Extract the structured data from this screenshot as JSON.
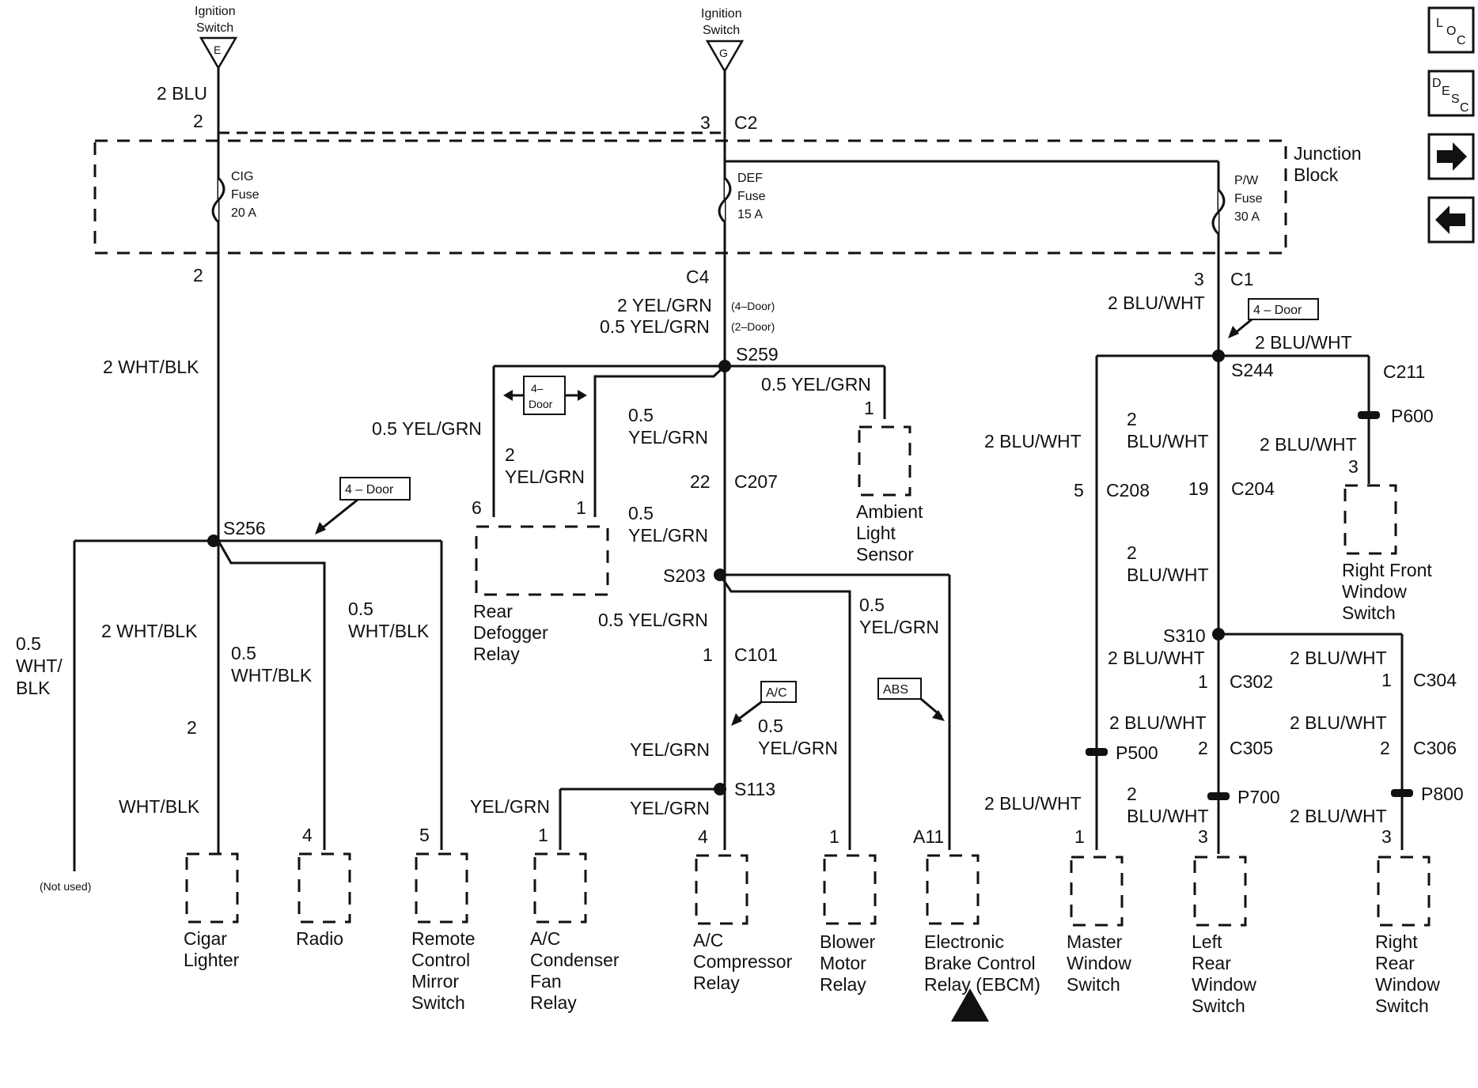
{
  "nav": {
    "loc": {
      "a": "L",
      "b": "O",
      "c": "C"
    },
    "desc": {
      "a": "D",
      "b": "E",
      "c": "S",
      "d": "C"
    }
  },
  "sources": {
    "ign_e": {
      "line1": "Ignition",
      "line2": "Switch",
      "letter": "E"
    },
    "ign_g": {
      "line1": "Ignition",
      "line2": "Switch",
      "letter": "G"
    }
  },
  "junction_block": {
    "line1": "Junction",
    "line2": "Block"
  },
  "fuses": {
    "cig": {
      "line1": "CIG",
      "line2": "Fuse",
      "line3": "20 A"
    },
    "def": {
      "line1": "DEF",
      "line2": "Fuse",
      "line3": "15 A"
    },
    "pw": {
      "line1": "P/W",
      "line2": "Fuse",
      "line3": "30 A"
    }
  },
  "pins": {
    "p2a": "2",
    "p3": "3",
    "p2b": "2",
    "p3c1": "3",
    "p6": "6",
    "p1_def": "1",
    "p1_amb": "1",
    "p22": "22",
    "p1_c101": "1",
    "p5_c208": "5",
    "p19": "19",
    "p3_rf": "3",
    "p1_c302": "1",
    "p2_c305": "2",
    "p1_c304": "1",
    "p2_c306": "2",
    "p2_cig": "2",
    "p4_radio": "4",
    "p5_mirror": "5",
    "p1_fan": "1",
    "p4_comp": "4",
    "p1_blower": "1",
    "a11": "A11",
    "p1_master": "1",
    "p3_left": "3",
    "p3_right": "3"
  },
  "connectors": {
    "c2": "C2",
    "c4": "C4",
    "c1": "C1",
    "c207": "C207",
    "c101": "C101",
    "c211": "C211",
    "p600": "P600",
    "c208": "C208",
    "c204": "C204",
    "c302": "C302",
    "c305": "C305",
    "c304": "C304",
    "c306": "C306",
    "p500": "P500",
    "p700": "P700",
    "p800": "P800"
  },
  "splices": {
    "s256": "S256",
    "s259": "S259",
    "s203": "S203",
    "s113": "S113",
    "s244": "S244",
    "s310": "S310"
  },
  "wires": {
    "blu_top": "2 BLU",
    "wht_blk_main": "2 WHT/BLK",
    "yel_grn_4door": "2 YEL/GRN",
    "yel_grn_4door_note": "(4–Door)",
    "yel_grn_2door": "0.5 YEL/GRN",
    "yel_grn_2door_note": "(2–Door)",
    "blu_wht_c1": "2 BLU/WHT",
    "blu_wht_s244r": "2 BLU/WHT",
    "ygn_amb": "0.5 YEL/GRN",
    "ygn_relay6": "0.5 YEL/GRN",
    "ygn_relay1_a": "2",
    "ygn_relay1_b": "YEL/GRN",
    "ygn_c207_a": "0.5",
    "ygn_c207_b": "YEL/GRN",
    "ygn_s203_a": "0.5",
    "ygn_s203_b": "YEL/GRN",
    "ygn_c101": "0.5 YEL/GRN",
    "ygn_ebcm_a": "0.5",
    "ygn_ebcm_b": "YEL/GRN",
    "ygn_blower_a": "0.5",
    "ygn_blower_b": "YEL/GRN",
    "ygn_s113": "YEL/GRN",
    "ygn_fan": "YEL/GRN",
    "ygn_comp": "YEL/GRN",
    "wb_notused_a": "0.5",
    "wb_notused_b": "WHT/",
    "wb_notused_c": "BLK",
    "wb_cig": "2 WHT/BLK",
    "wb_cig2": "WHT/BLK",
    "wb_radio_a": "0.5",
    "wb_radio_b": "WHT/BLK",
    "wb_mirror_a": "0.5",
    "wb_mirror_b": "WHT/BLK",
    "bw_master_top": "2 BLU/WHT",
    "bw_s244_a": "2",
    "bw_s244_b": "BLU/WHT",
    "bw_s310_a": "2",
    "bw_s310_b": "BLU/WHT",
    "bw_rf": "2 BLU/WHT",
    "bw_c302": "2 BLU/WHT",
    "bw_c305": "2 BLU/WHT",
    "bw_p700_a": "2",
    "bw_p700_b": "BLU/WHT",
    "bw_c304": "2 BLU/WHT",
    "bw_c306": "2 BLU/WHT",
    "bw_p800": "2 BLU/WHT",
    "bw_master": "2 BLU/WHT"
  },
  "options": {
    "door4_a": "4 – Door",
    "door4_b": "4 – Door",
    "door4_c_1": "4–",
    "door4_c_2": "Door",
    "ac": "A/C",
    "abs": "ABS"
  },
  "not_used": "(Not used)",
  "components": {
    "cigar": [
      "Cigar",
      "Lighter"
    ],
    "radio": [
      "Radio"
    ],
    "mirror": [
      "Remote",
      "Control",
      "Mirror",
      "Switch"
    ],
    "fan": [
      "A/C",
      "Condenser",
      "Fan",
      "Relay"
    ],
    "compressor": [
      "A/C",
      "Compressor",
      "Relay"
    ],
    "blower": [
      "Blower",
      "Motor",
      "Relay"
    ],
    "ebcm": [
      "Electronic",
      "Brake Control",
      "Relay (EBCM)"
    ],
    "master": [
      "Master",
      "Window",
      "Switch"
    ],
    "left_rear": [
      "Left",
      "Rear",
      "Window",
      "Switch"
    ],
    "right_rear": [
      "Right",
      "Rear",
      "Window",
      "Switch"
    ],
    "defogger": [
      "Rear",
      "Defogger",
      "Relay"
    ],
    "ambient": [
      "Ambient",
      "Light",
      "Sensor"
    ],
    "right_front": [
      "Right Front",
      "Window",
      "Switch"
    ]
  }
}
